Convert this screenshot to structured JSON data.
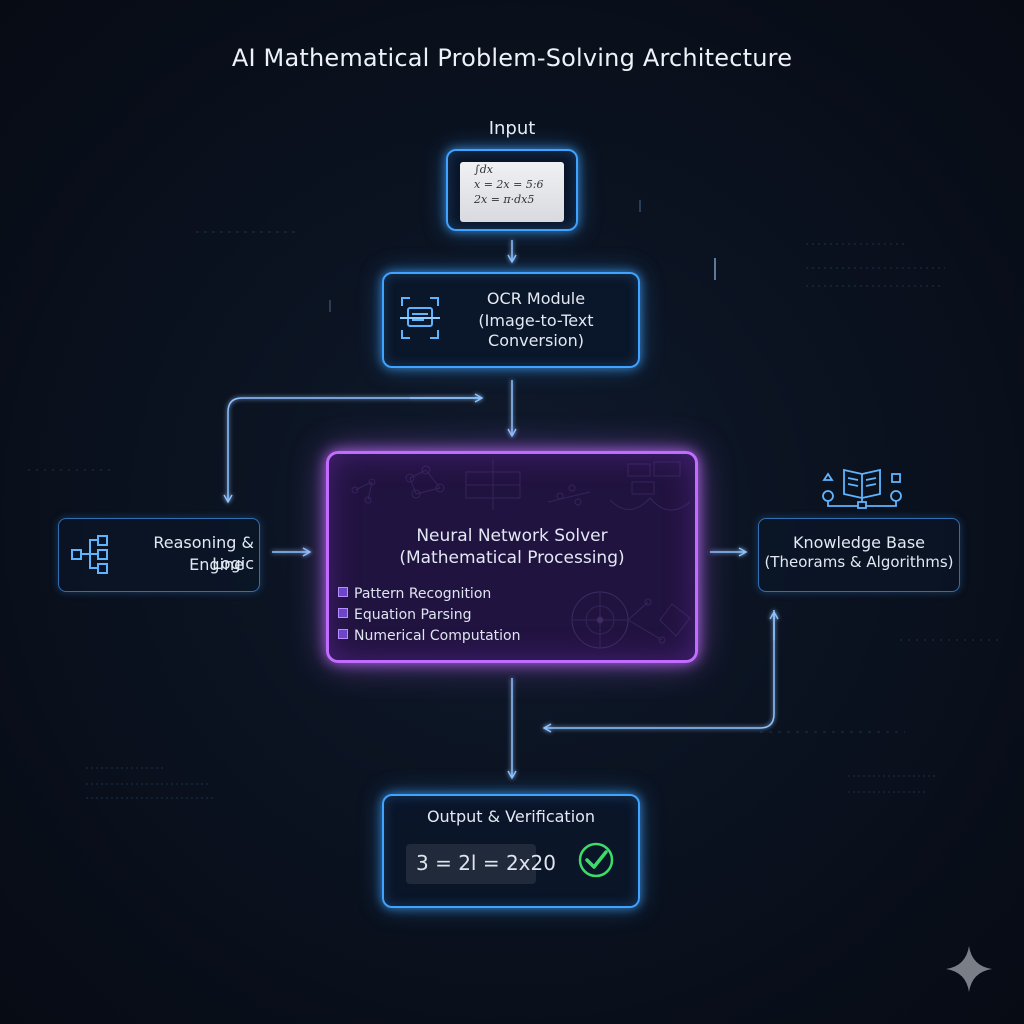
{
  "title": "AI Mathematical Problem-Solving Architecture",
  "input": {
    "label": "Input",
    "handwriting_lines": [
      "∫dx",
      "x = 2x = 5:6",
      "2x = π·dx5"
    ]
  },
  "ocr_module": {
    "line1": "OCR Module",
    "line2": "(Image-to-Text",
    "line3": "Conversion)",
    "icon": "scan-icon"
  },
  "solver": {
    "line1": "Neural Network Solver",
    "line2": "(Mathematical Processing)",
    "bullets": [
      "Pattern Recognition",
      "Equation Parsing",
      "Numerical Computation"
    ],
    "icon": "network-graph-icon"
  },
  "reasoning": {
    "line1": "Reasoning & Logic",
    "line2": "Engine",
    "icon": "tree-icon"
  },
  "knowledge": {
    "line1": "Knowledge Base",
    "line2": "(Theorams & Algorithms)",
    "icon": "book-icon"
  },
  "output": {
    "label": "Output & Verification",
    "equation": "3 = 2l = 2x20",
    "icon": "checkmark-icon"
  },
  "colors": {
    "blue": "#3fa3ff",
    "purple": "#c26bff",
    "check": "#3ddc6a",
    "background": "#0a111e"
  }
}
